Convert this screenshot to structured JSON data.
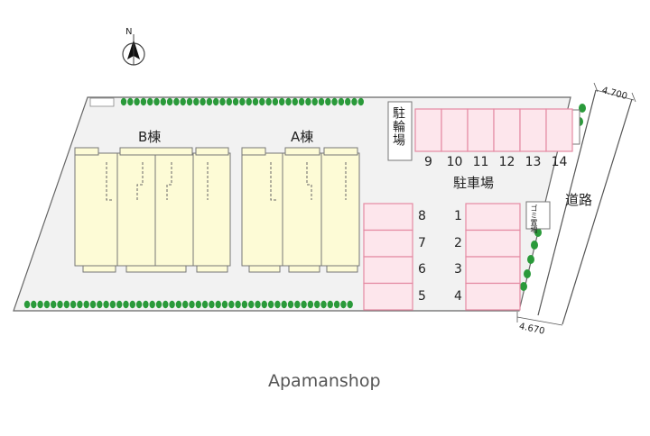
{
  "compass": {
    "north_label": "N"
  },
  "buildings": {
    "b_label": "B棟",
    "a_label": "A棟"
  },
  "bike_parking": {
    "label": "駐輪場"
  },
  "bike_slots": [
    "9",
    "10",
    "11",
    "12",
    "13",
    "14"
  ],
  "car_parking": {
    "label": "駐車場"
  },
  "car_slots_left": [
    "8",
    "7",
    "6",
    "5"
  ],
  "car_slots_right": [
    "1",
    "2",
    "3",
    "4"
  ],
  "garbage": {
    "label": "ゴミ置場"
  },
  "road": {
    "label": "道路",
    "width_top": "4.700",
    "width_bottom": "4.670"
  },
  "watermark": "Apamanshop",
  "colors": {
    "building": "#fdfbd6",
    "parking_fill": "#fde6ec",
    "parking_line": "#e58aa3",
    "hedge": "#2a9a3a",
    "outline": "#555555"
  }
}
